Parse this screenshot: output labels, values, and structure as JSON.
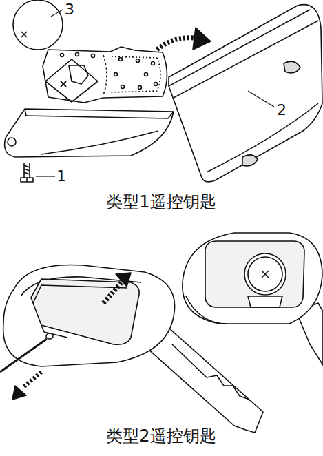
{
  "diagram": {
    "labels": [
      "3",
      "2",
      "1",
      "类型1遥控钥匙",
      "类型2遥控钥匙"
    ]
  }
}
